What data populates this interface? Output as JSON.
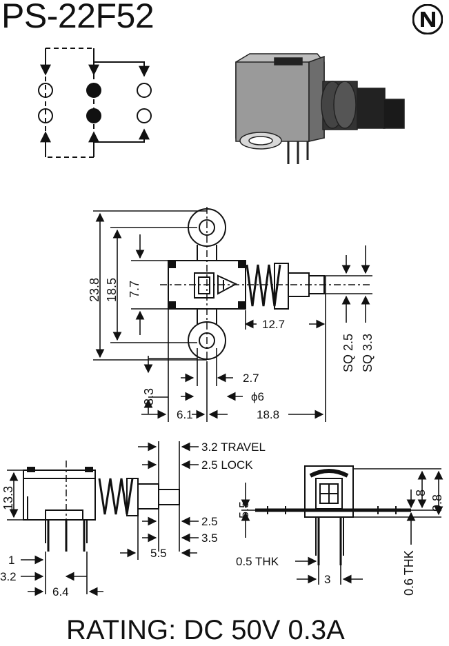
{
  "header": {
    "part_number": "PS-22F52",
    "logo_letter": "N"
  },
  "front_view": {
    "height_overall": "23.8",
    "height_mid": "18.5",
    "height_inner": "7.7",
    "body_to_tip": "12.7",
    "mount_offset": "3.3",
    "hole_dia_small": "2.7",
    "hole_dia_large": "ϕ6",
    "left_width": "6.1",
    "right_length": "18.8",
    "shaft_sq_outer": "SQ 2.5",
    "shaft_sq_inner": "SQ 3.3"
  },
  "side_view": {
    "height": "13.3",
    "travel": "3.2 TRAVEL",
    "lock": "2.5 LOCK",
    "shaft_a": "2.5",
    "shaft_b": "3.5",
    "flange": "5.5",
    "pin_offset": "1",
    "pin_pitch_a": "3.2",
    "pin_pitch_b": "6.4"
  },
  "end_view": {
    "pin_height": "5.5",
    "height_a": "8",
    "height_b": "9.8",
    "terminal_thk": "0.5 THK",
    "pin_spacing": "3",
    "body_thk": "0.6 THK"
  },
  "footer": {
    "rating": "RATING: DC 50V 0.3A"
  }
}
